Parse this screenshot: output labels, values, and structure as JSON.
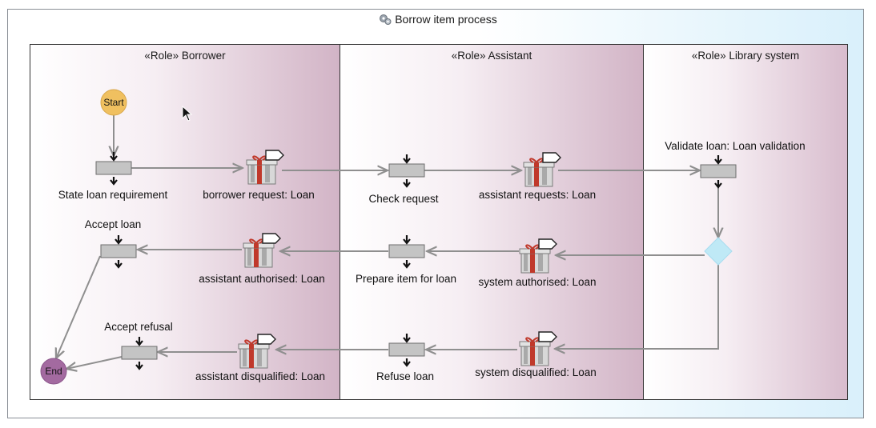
{
  "diagram": {
    "title": "Borrow item process",
    "lanes": [
      {
        "id": "borrower",
        "label": "«Role» Borrower"
      },
      {
        "id": "assistant",
        "label": "«Role» Assistant"
      },
      {
        "id": "system",
        "label": "«Role» Library system"
      }
    ],
    "nodes": {
      "start": "Start",
      "end": "End",
      "state_loan": "State loan requirement",
      "borrower_request": "borrower request: Loan",
      "check_request": "Check request",
      "assistant_requests": "assistant requests: Loan",
      "validate_loan": "Validate loan: Loan validation",
      "accept_loan": "Accept loan",
      "assistant_authorised": "assistant authorised: Loan",
      "prepare_item": "Prepare item for loan",
      "system_authorised": "system authorised: Loan",
      "accept_refusal": "Accept refusal",
      "assistant_disqualified": "assistant disqualified: Loan",
      "refuse_loan": "Refuse loan",
      "system_disqualified": "system disqualified: Loan"
    },
    "colors": {
      "start_fill": "#f0c060",
      "end_fill": "#a36aa0",
      "action_fill": "#c4c4c4",
      "decision_fill": "#bfe9f6",
      "gift_red": "#c0392b",
      "flow_line": "#8f8f8f"
    }
  }
}
